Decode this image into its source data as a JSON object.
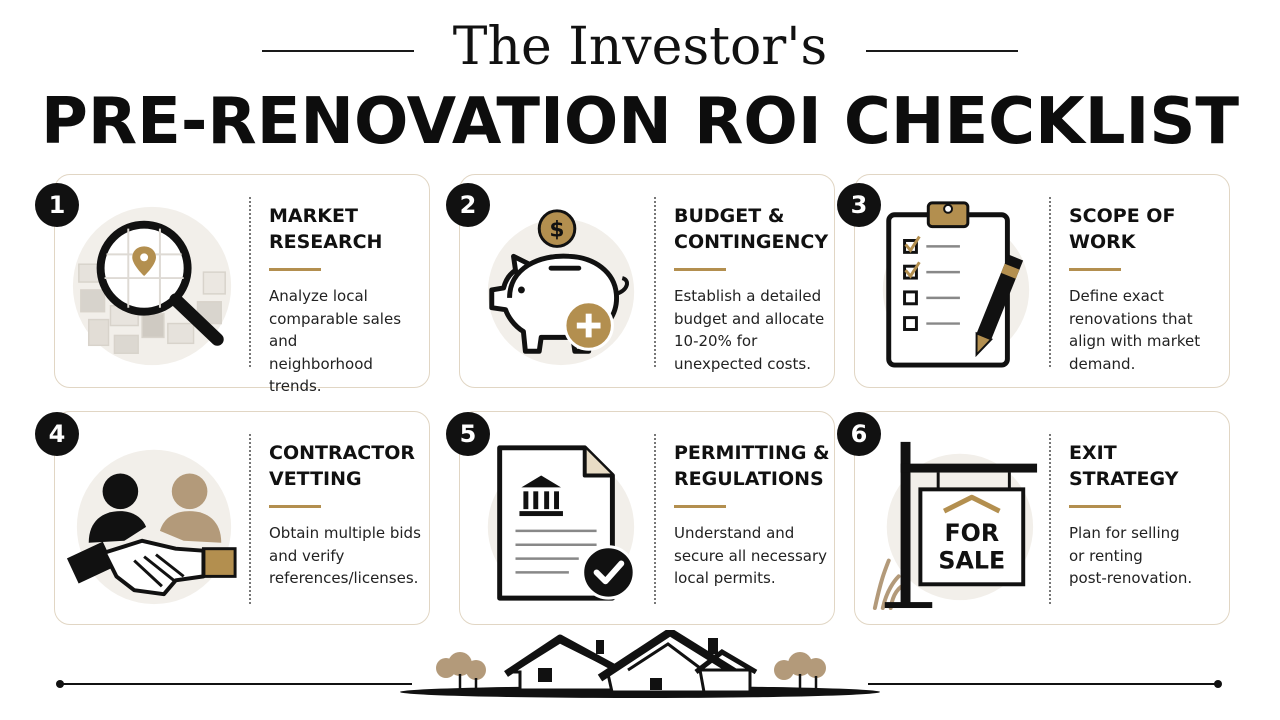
{
  "header": {
    "subtitle": "The Investor's",
    "title": "PRE-RENOVATION ROI CHECKLIST"
  },
  "colors": {
    "accent": "#b38f4f",
    "card_border": "#e1d6c4",
    "dark": "#111111",
    "soft_bg": "#efece6"
  },
  "cards": [
    {
      "number": "1",
      "title_lines": [
        "MARKET",
        "RESEARCH"
      ],
      "desc_lines": [
        "Analyze local",
        "comparable sales and",
        "neighborhood trends."
      ],
      "icon": "magnifier-map-icon"
    },
    {
      "number": "2",
      "title_lines": [
        "BUDGET &",
        "CONTINGENCY"
      ],
      "desc_lines": [
        "Establish a detailed",
        "budget and allocate",
        "10-20% for",
        "unexpected costs."
      ],
      "icon": "piggy-bank-icon",
      "coin_symbol": "$"
    },
    {
      "number": "3",
      "title_lines": [
        "SCOPE OF",
        "WORK"
      ],
      "desc_lines": [
        "Define exact",
        "renovations that",
        "align with market",
        "demand."
      ],
      "icon": "clipboard-checklist-icon"
    },
    {
      "number": "4",
      "title_lines": [
        "CONTRACTOR",
        "VETTING"
      ],
      "desc_lines": [
        "Obtain multiple bids",
        "and verify",
        "references/licenses."
      ],
      "icon": "handshake-icon"
    },
    {
      "number": "5",
      "title_lines": [
        "PERMITTING &",
        "REGULATIONS"
      ],
      "desc_lines": [
        "Understand and",
        "secure all necessary",
        "local permits."
      ],
      "icon": "permit-document-icon"
    },
    {
      "number": "6",
      "title_lines": [
        "EXIT",
        "STRATEGY"
      ],
      "desc_lines": [
        "Plan for selling",
        "or renting",
        "post-renovation."
      ],
      "icon": "for-sale-sign-icon",
      "sign_lines": [
        "FOR",
        "SALE"
      ]
    }
  ],
  "footer": {
    "icon": "houses-skyline-icon"
  }
}
